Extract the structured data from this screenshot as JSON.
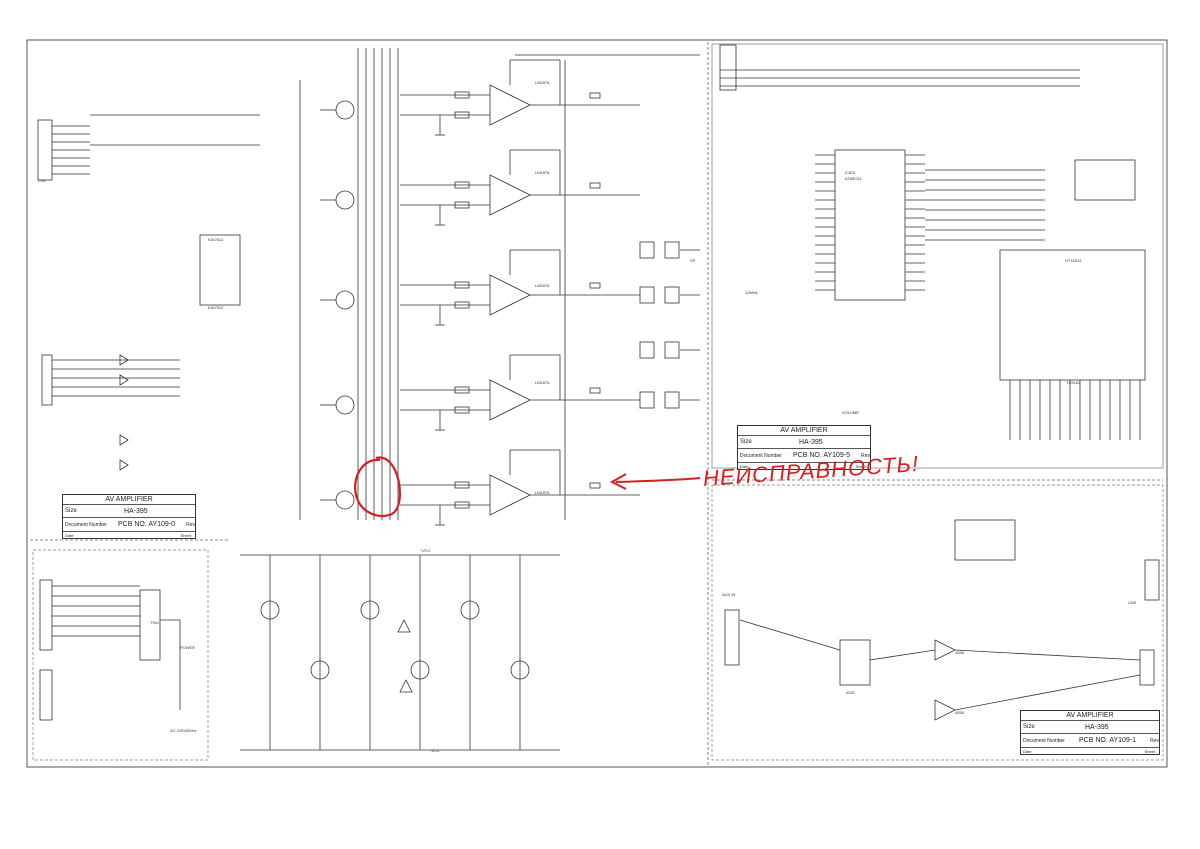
{
  "title_blocks": [
    {
      "company": "AV AMPLIFIER",
      "title": "HA-395",
      "doc_label": "Document Number",
      "doc": "PCB NO. AY109-0",
      "rev_label": "Rev",
      "size_label": "Size"
    },
    {
      "company": "AV AMPLIFIER",
      "title": "HA-395",
      "doc_label": "Document Number",
      "doc": "PCB NO. AY109-5",
      "rev_label": "Rev",
      "size_label": "Size"
    },
    {
      "company": "AV AMPLIFIER",
      "title": "HA-395",
      "doc_label": "Document Number",
      "doc": "PCB NO. AY109-1",
      "rev_label": "Rev",
      "size_label": "Size"
    }
  ],
  "sheet_label": "Sheet",
  "date_label": "Date",
  "labels": {
    "ac_input": "AC 220V/50Hz",
    "ic_amp_1": "LM1876",
    "ic_amp_2": "LM1876",
    "ic_amp_3": "LM1876",
    "ic_amp_4": "LM1876",
    "ic_amp_5": "LM1876",
    "ic_cpu": "AT89C51",
    "ic_cpu_ref": "IC601",
    "ic_decoder": "TC9162",
    "ic_vfd": "HT16512",
    "ic_reg_1": "KIA7812",
    "ic_reg_2": "KIA7912",
    "ic_opamp_1": "4558",
    "ic_opamp_2": "4558",
    "ic_switch": "4052",
    "transformer": "T901",
    "power_switch": "POWER",
    "crystal": "12MHz",
    "encoder": "VOLUME",
    "connector_left": "CN1",
    "connector_right": "CN5",
    "supply_pos": "+VCC",
    "supply_neg": "-VCC",
    "speaker_label": "SP",
    "input_jack": "AUX IN"
  },
  "annotation": {
    "text": "НЕИСПРАВНОСТЬ!",
    "color": "#d81e1e"
  },
  "colors": {
    "line": "#333333",
    "frame": "#555555",
    "annotation": "#d81e1e",
    "background": "#ffffff"
  }
}
